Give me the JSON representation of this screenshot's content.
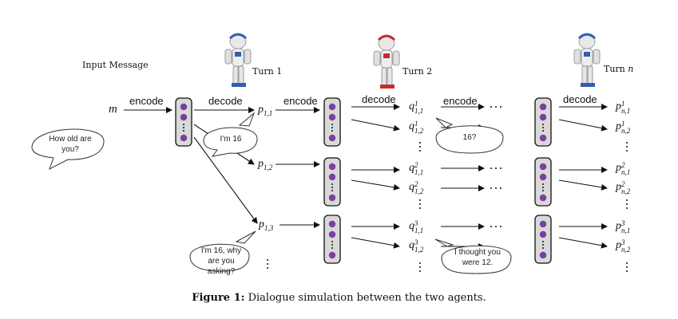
{
  "input_label": "Input Message",
  "m_symbol": "m",
  "turns": [
    {
      "label": "Turn 1"
    },
    {
      "label": "Turn 2"
    },
    {
      "label": "Turn n"
    }
  ],
  "arrow_labels": {
    "encode": "encode",
    "decode": "decode"
  },
  "bubbles": {
    "input": "How old are you?",
    "turn1_reply": "I'm 16",
    "turn2_reply": "16?",
    "turn1_reply3": "I'm 16, why are you asking?",
    "turn2_reply3": "I thought you were 12."
  },
  "p_nodes": [
    {
      "base": "p",
      "sub": "1,1"
    },
    {
      "base": "p",
      "sub": "1,2"
    },
    {
      "base": "p",
      "sub": "1,3"
    }
  ],
  "q_nodes": [
    {
      "base": "q",
      "sup": "1",
      "sub": "1,1"
    },
    {
      "base": "q",
      "sup": "1",
      "sub": "1,2"
    },
    {
      "base": "q",
      "sup": "2",
      "sub": "1,1"
    },
    {
      "base": "q",
      "sup": "2",
      "sub": "1,2"
    },
    {
      "base": "q",
      "sup": "3",
      "sub": "1,1"
    },
    {
      "base": "q",
      "sup": "3",
      "sub": "1,2"
    }
  ],
  "pn_nodes": [
    {
      "base": "p",
      "sup": "1",
      "sub": "n,1"
    },
    {
      "base": "p",
      "sup": "1",
      "sub": "n,2"
    },
    {
      "base": "p",
      "sup": "2",
      "sub": "n,1"
    },
    {
      "base": "p",
      "sup": "2",
      "sub": "n,2"
    },
    {
      "base": "p",
      "sup": "3",
      "sub": "n,1"
    },
    {
      "base": "p",
      "sup": "3",
      "sub": "n,2"
    }
  ],
  "caption": {
    "bold": "Figure 1:",
    "text": " Dialogue simulation between the two agents."
  },
  "colors": {
    "dot": "#7b3fa0",
    "box_fill": "#d9d9d9",
    "line": "#111111"
  },
  "robots": [
    {
      "name": "blue-robot",
      "accent": "#2f5fb3"
    },
    {
      "name": "red-robot",
      "accent": "#c62b2b"
    },
    {
      "name": "blue-robot",
      "accent": "#2f5fb3"
    }
  ]
}
